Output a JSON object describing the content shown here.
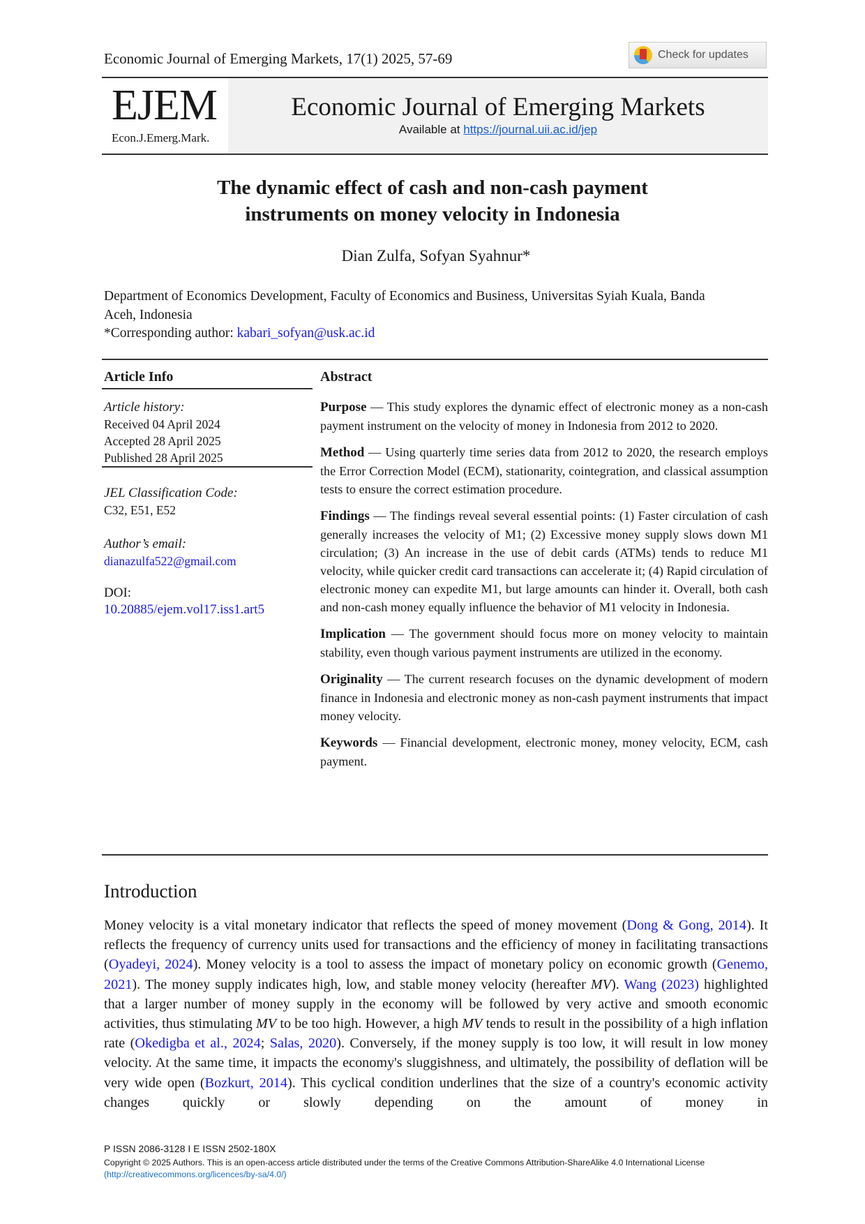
{
  "header": {
    "running_head": "Economic Journal of Emerging Markets, 17(1) 2025, 57-69",
    "check_updates": "Check for updates",
    "logo": "EJEM",
    "logo_sub": "Econ.J.Emerg.Mark.",
    "journal_title": "Economic Journal of Emerging Markets",
    "available_prefix": "Available at ",
    "available_url": "https://journal.uii.ac.id/jep"
  },
  "article": {
    "title_line1": "The dynamic effect of cash and non-cash payment",
    "title_line2": "instruments on money velocity in Indonesia",
    "authors": "Dian Zulfa, Sofyan Syahnur*",
    "affiliation": "Department of Economics Development, Faculty of Economics and Business, Universitas Syiah Kuala, Banda Aceh, Indonesia",
    "corresponding_label": "*Corresponding author: ",
    "corresponding_email": "kabari_sofyan@usk.ac.id"
  },
  "info": {
    "heading": "Article Info",
    "history_label": "Article history:",
    "received": "Received 04 April 2024",
    "accepted": "Accepted 28 April 2025",
    "published": "Published 28 April 2025",
    "jel_label": "JEL Classification Code:",
    "jel_codes": "C32, E51, E52",
    "email_label": "Author’s email:",
    "email": "dianazulfa522@gmail.com",
    "doi_label": "DOI:",
    "doi": "10.20885/ejem.vol17.iss1.art5"
  },
  "abstract": {
    "heading": "Abstract",
    "sections": [
      {
        "label": "Purpose",
        "text": " — This study explores the dynamic effect of electronic money as a non-cash payment instrument on the velocity of money in Indonesia from 2012 to 2020."
      },
      {
        "label": "Method",
        "text": " — Using quarterly time series data from 2012 to 2020, the research employs the Error Correction Model (ECM), stationarity, cointegration, and classical assumption tests to ensure the correct estimation procedure."
      },
      {
        "label": "Findings",
        "text": " — The findings reveal several essential points: (1) Faster circulation of cash generally increases the velocity of M1; (2) Excessive money supply slows down M1 circulation; (3) An increase in the use of debit cards (ATMs) tends to reduce M1 velocity, while quicker credit card transactions can accelerate it; (4) Rapid circulation of electronic money can expedite M1, but large amounts can hinder it. Overall, both cash and non-cash money equally influence the behavior of M1 velocity in Indonesia."
      },
      {
        "label": "Implication",
        "text": " — The government should focus more on money velocity to maintain stability, even though various payment instruments are utilized in the economy."
      },
      {
        "label": "Originality",
        "text": " — The current research focuses on the dynamic development of modern finance in Indonesia and electronic money as non-cash payment instruments that impact money velocity."
      },
      {
        "label": "Keywords",
        "text": " — Financial development, electronic money, money velocity, ECM, cash payment."
      }
    ]
  },
  "intro": {
    "heading": "Introduction",
    "segments": [
      "Money velocity is a vital monetary indicator that reflects the speed of money movement (",
      "Dong & Gong, 2014",
      "). It reflects the frequency of currency units used for transactions and the efficiency of money in facilitating transactions (",
      "Oyadeyi, 2024",
      "). Money velocity is a tool to assess the impact of monetary policy on economic growth (",
      "Genemo, 2021",
      "). The money supply indicates high, low, and stable money velocity (hereafter ",
      "MV",
      "). ",
      "Wang (2023)",
      " highlighted that a larger number of money supply in the economy will be followed by very active and smooth economic activities, thus stimulating ",
      "MV",
      " to be too high. However, a high ",
      "MV",
      " tends to result in the possibility of a high inflation rate (",
      "Okedigba et al., 2024",
      "; ",
      "Salas, 2020",
      "). Conversely, if the money supply is too low, it will result in low money velocity. At the same time, it impacts the economy's sluggishness, and ultimately, the possibility of deflation will be very wide open (",
      "Bozkurt, 2014",
      "). This cyclical condition underlines that the size of a country's economic activity changes quickly or slowly depending on the amount of money in"
    ]
  },
  "footer": {
    "issn": "P ISSN 2086-3128 I E ISSN 2502-180X",
    "copyright": "Copyright © 2025 Authors. This is an open-access article distributed under the terms of the Creative Commons Attribution-ShareAlike 4.0 International License ",
    "license_url": "(http://creativecommons.org/licences/by-sa/4.0/)"
  },
  "colors": {
    "link": "#1a1aee",
    "band": "#f1f1f1"
  }
}
